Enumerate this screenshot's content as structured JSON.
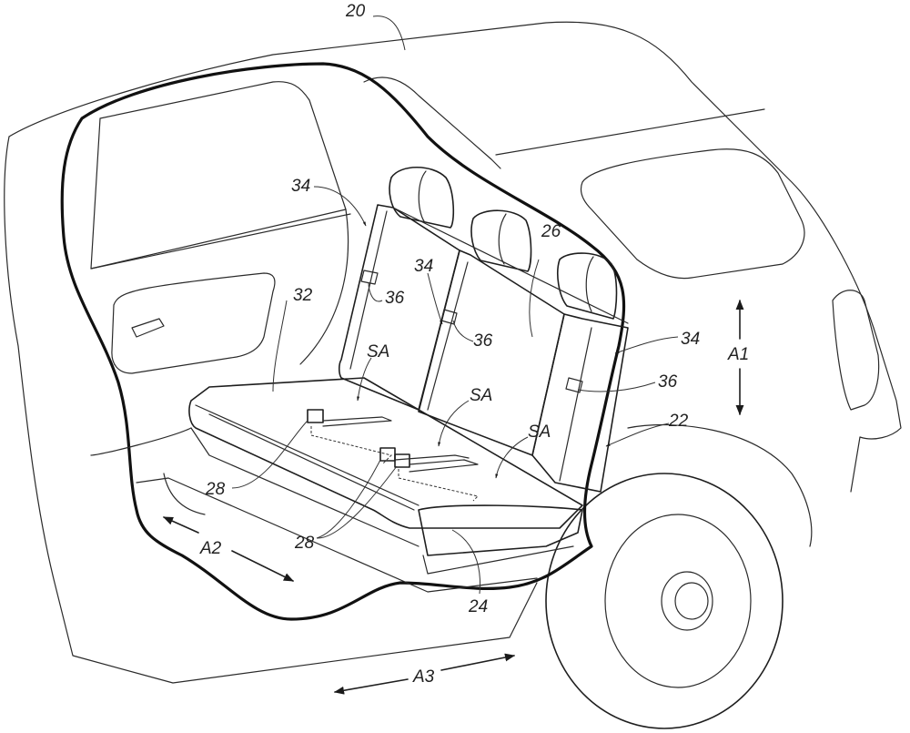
{
  "figure": {
    "description": "Patent drawing: vehicle interior cutaway showing rear bench seat with seat belt buckles",
    "labels": {
      "vehicle": "20",
      "side_panel": "22",
      "seat_bottom": "24",
      "seatback": "26",
      "buckle_left": "28",
      "buckle_center": "28",
      "cushion": "32",
      "seatback_left": "34",
      "seatback_center": "34",
      "seatback_right": "34",
      "strap_left": "36",
      "strap_center": "36",
      "strap_right": "36",
      "seating_area_left": "SA",
      "seating_area_center": "SA",
      "seating_area_right": "SA",
      "axis_vertical": "A1",
      "axis_lateral": "A2",
      "axis_longitudinal": "A3"
    }
  }
}
